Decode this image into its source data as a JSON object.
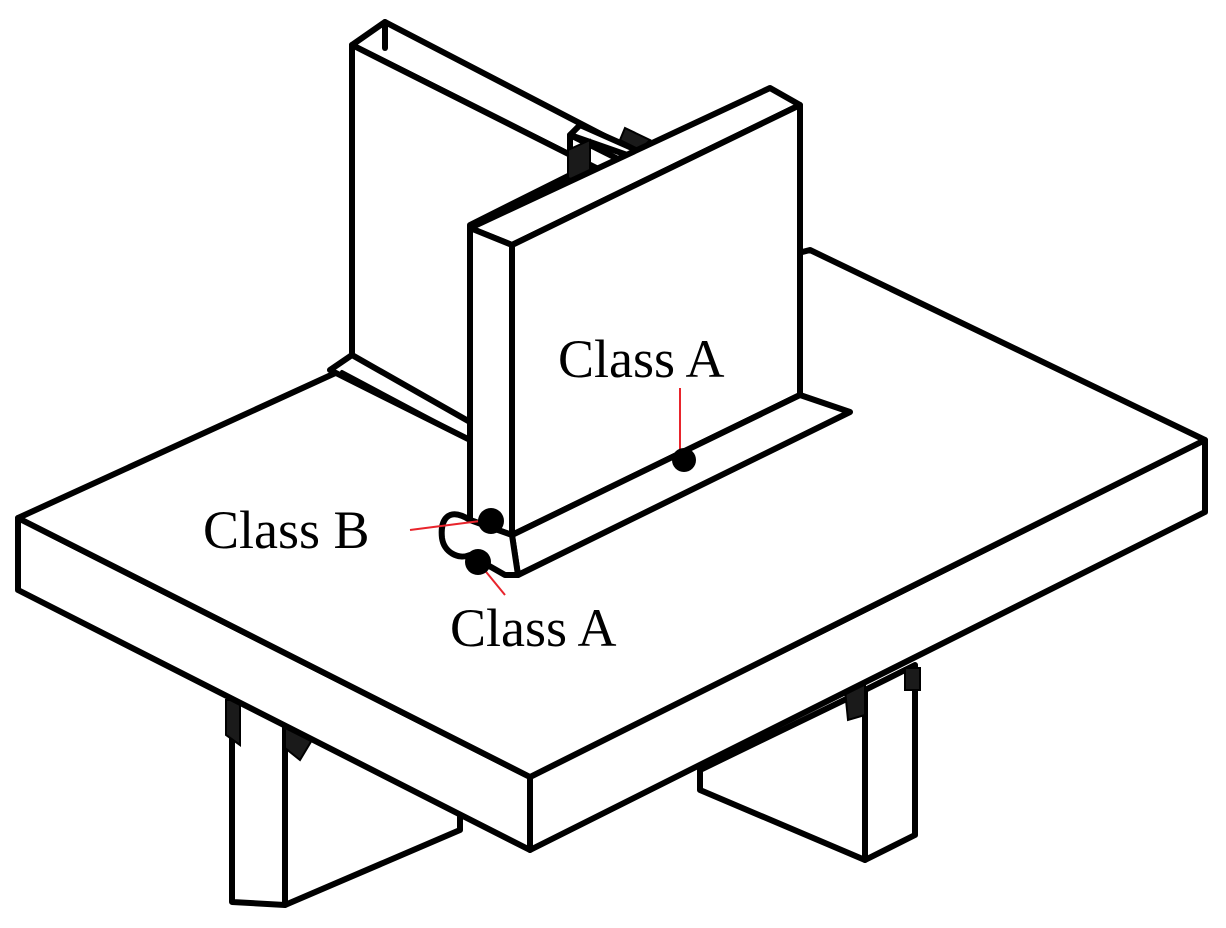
{
  "labels": {
    "class_a_top": "Class A",
    "class_b": "Class B",
    "class_a_bottom": "Class A"
  },
  "colors": {
    "structure": "#000000",
    "background": "#ffffff",
    "leader": "#e8242c",
    "point": "#000000"
  }
}
